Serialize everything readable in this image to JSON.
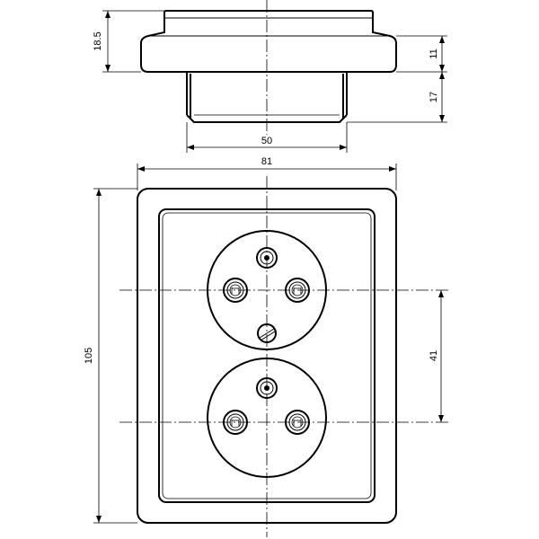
{
  "dimensions": {
    "top_height": "18.5",
    "collar_height": "11",
    "base_height": "17",
    "base_width": "50",
    "overall_width": "81",
    "overall_height": "105",
    "socket_spacing": "41"
  }
}
